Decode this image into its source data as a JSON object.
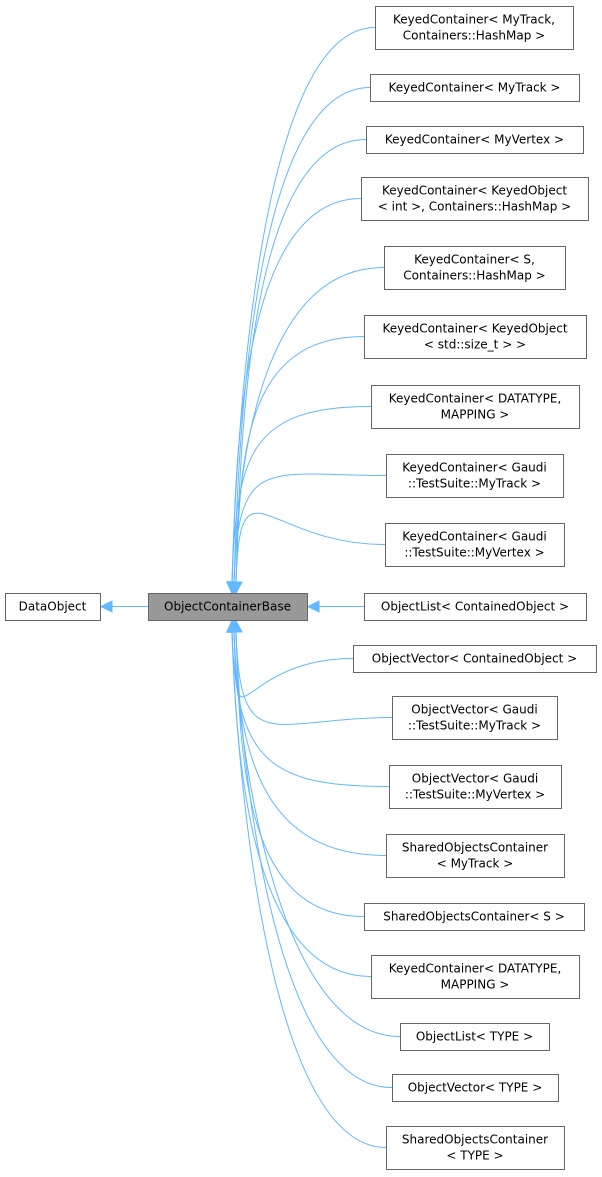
{
  "diagram": {
    "base": {
      "label": [
        "DataObject"
      ]
    },
    "focus": {
      "label": [
        "ObjectContainerBase"
      ]
    },
    "derived": [
      {
        "label": [
          "KeyedContainer< MyTrack,",
          "Containers::HashMap >"
        ]
      },
      {
        "label": [
          "KeyedContainer< MyTrack >"
        ]
      },
      {
        "label": [
          "KeyedContainer< MyVertex >"
        ]
      },
      {
        "label": [
          "KeyedContainer< KeyedObject",
          "< int >, Containers::HashMap >"
        ]
      },
      {
        "label": [
          "KeyedContainer< S,",
          "Containers::HashMap >"
        ]
      },
      {
        "label": [
          "KeyedContainer< KeyedObject",
          "< std::size_t > >"
        ]
      },
      {
        "label": [
          "KeyedContainer< DATATYPE,",
          "MAPPING >"
        ]
      },
      {
        "label": [
          "KeyedContainer< Gaudi",
          "::TestSuite::MyTrack >"
        ]
      },
      {
        "label": [
          "KeyedContainer< Gaudi",
          "::TestSuite::MyVertex >"
        ]
      },
      {
        "label": [
          "ObjectList< ContainedObject >"
        ]
      },
      {
        "label": [
          "ObjectVector< ContainedObject >"
        ]
      },
      {
        "label": [
          "ObjectVector< Gaudi",
          "::TestSuite::MyTrack >"
        ]
      },
      {
        "label": [
          "ObjectVector< Gaudi",
          "::TestSuite::MyVertex >"
        ]
      },
      {
        "label": [
          "SharedObjectsContainer",
          "< MyTrack >"
        ]
      },
      {
        "label": [
          "SharedObjectsContainer< S >"
        ]
      },
      {
        "label": [
          "KeyedContainer< DATATYPE,",
          "MAPPING >"
        ]
      },
      {
        "label": [
          "ObjectList< TYPE >"
        ]
      },
      {
        "label": [
          "ObjectVector< TYPE >"
        ]
      },
      {
        "label": [
          "SharedObjectsContainer",
          "< TYPE >"
        ]
      }
    ]
  },
  "colors": {
    "edge": "#63b8ff",
    "focus_fill": "#999999",
    "node_border": "#666666",
    "node_fill": "#ffffff"
  }
}
